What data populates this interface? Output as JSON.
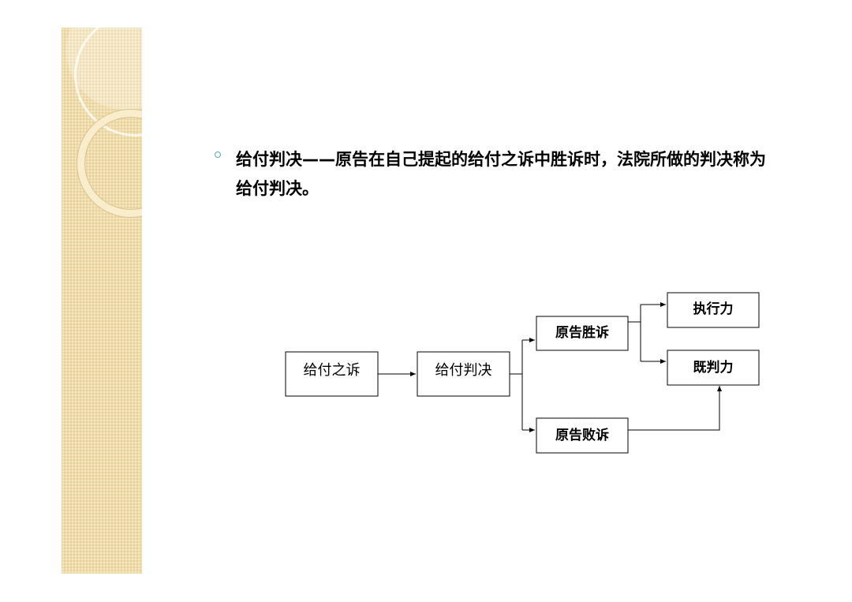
{
  "bullet": {
    "text": "给付判决——原告在自己提起的给付之诉中胜诉时，法院所做的判决称为给付判决。"
  },
  "diagram": {
    "nodes": {
      "suit": "给付之诉",
      "judgment": "给付判决",
      "plaintiff_wins": "原告胜诉",
      "plaintiff_loses": "原告败诉",
      "enforcement": "执行力",
      "res_judicata": "既判力"
    },
    "edges": [
      [
        "suit",
        "judgment"
      ],
      [
        "judgment",
        "plaintiff_wins"
      ],
      [
        "judgment",
        "plaintiff_loses"
      ],
      [
        "plaintiff_wins",
        "enforcement"
      ],
      [
        "plaintiff_wins",
        "res_judicata"
      ],
      [
        "plaintiff_loses",
        "res_judicata"
      ]
    ]
  },
  "colors": {
    "side_band": "#efdcaa",
    "bullet_marker": "#5aa7b8"
  }
}
